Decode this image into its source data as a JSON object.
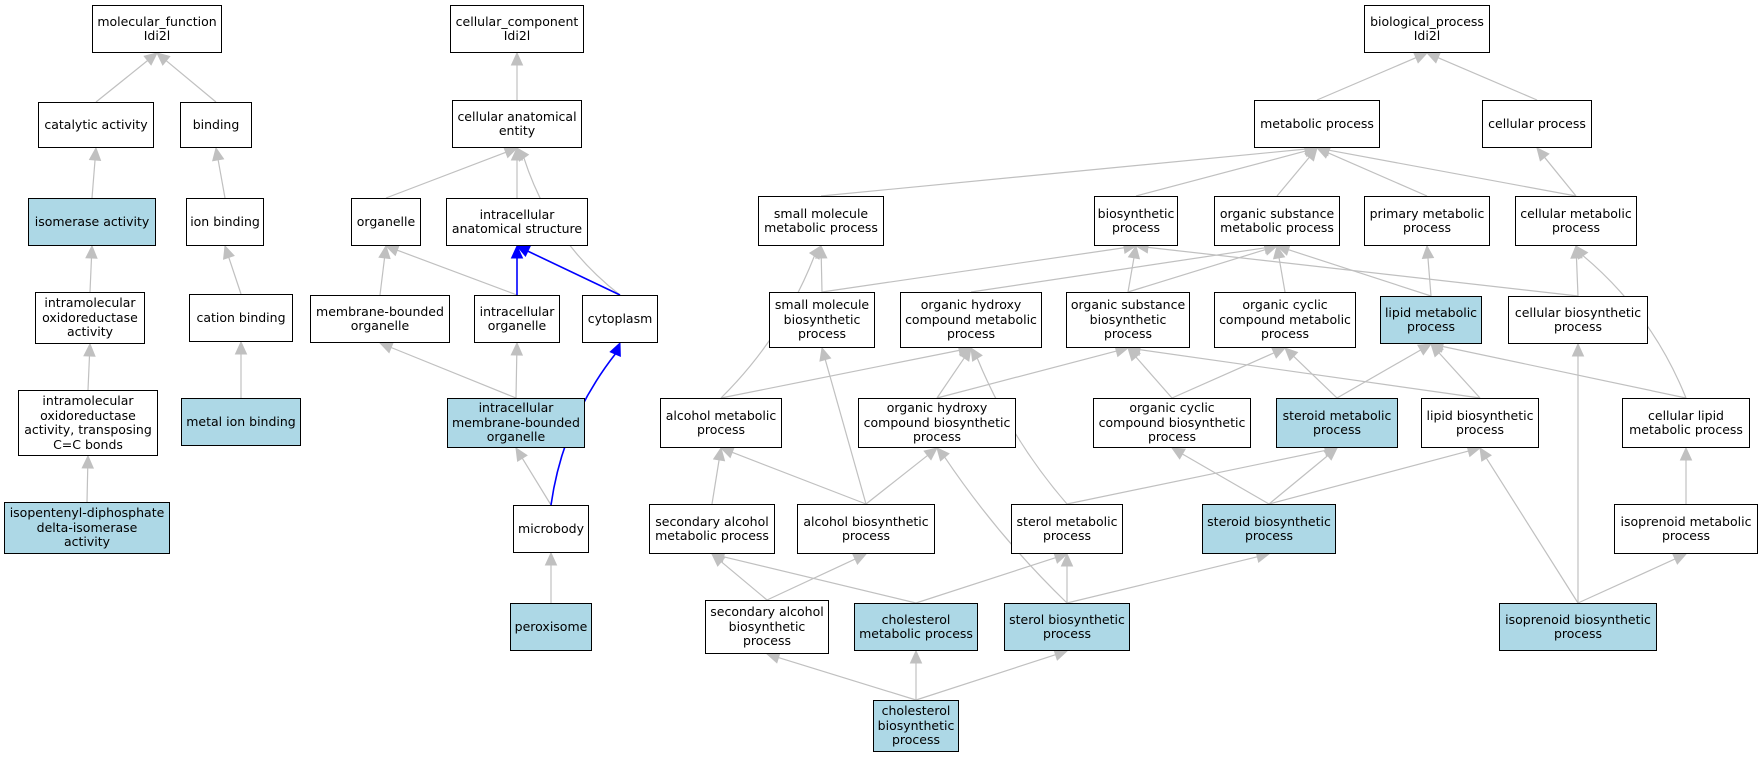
{
  "colors": {
    "highlight_fill": "#add8e6",
    "normal_fill": "#ffffff",
    "edge_default": "#c0c0c0",
    "edge_emphasis": "#0000ff"
  },
  "nodes": {
    "mf_root": {
      "label": "molecular_function\nIdi2l",
      "highlighted": false
    },
    "catalytic": {
      "label": "catalytic activity",
      "highlighted": false
    },
    "binding": {
      "label": "binding",
      "highlighted": false
    },
    "isomerase": {
      "label": "isomerase activity",
      "highlighted": true
    },
    "ion_binding": {
      "label": "ion binding",
      "highlighted": false
    },
    "intramol_oxido": {
      "label": "intramolecular\noxidoreductase\nactivity",
      "highlighted": false
    },
    "cation_binding": {
      "label": "cation binding",
      "highlighted": false
    },
    "intramol_transp": {
      "label": "intramolecular\noxidoreductase\nactivity, transposing\nC=C bonds",
      "highlighted": false
    },
    "metal_ion": {
      "label": "metal ion binding",
      "highlighted": true
    },
    "ipp_isomerase": {
      "label": "isopentenyl-diphosphate\ndelta-isomerase\nactivity",
      "highlighted": true
    },
    "cc_root": {
      "label": "cellular_component\nIdi2l",
      "highlighted": false
    },
    "cell_anat": {
      "label": "cellular anatomical\nentity",
      "highlighted": false
    },
    "organelle": {
      "label": "organelle",
      "highlighted": false
    },
    "intracell_anat": {
      "label": "intracellular\nanatomical structure",
      "highlighted": false
    },
    "mem_bound_org": {
      "label": "membrane-bounded\norganelle",
      "highlighted": false
    },
    "intracell_org": {
      "label": "intracellular\norganelle",
      "highlighted": false
    },
    "cytoplasm": {
      "label": "cytoplasm",
      "highlighted": false
    },
    "intracell_mem_org": {
      "label": "intracellular\nmembrane-bounded\norganelle",
      "highlighted": true
    },
    "microbody": {
      "label": "microbody",
      "highlighted": false
    },
    "peroxisome": {
      "label": "peroxisome",
      "highlighted": true
    },
    "bp_root": {
      "label": "biological_process\nIdi2l",
      "highlighted": false
    },
    "metabolic": {
      "label": "metabolic process",
      "highlighted": false
    },
    "cellular_proc": {
      "label": "cellular process",
      "highlighted": false
    },
    "small_mol_met": {
      "label": "small molecule\nmetabolic process",
      "highlighted": false
    },
    "biosynthetic": {
      "label": "biosynthetic\nprocess",
      "highlighted": false
    },
    "org_sub_met": {
      "label": "organic substance\nmetabolic process",
      "highlighted": false
    },
    "primary_met": {
      "label": "primary metabolic\nprocess",
      "highlighted": false
    },
    "cell_met": {
      "label": "cellular metabolic\nprocess",
      "highlighted": false
    },
    "small_mol_bio": {
      "label": "small molecule\nbiosynthetic\nprocess",
      "highlighted": false
    },
    "org_hydroxy_met": {
      "label": "organic hydroxy\ncompound metabolic\nprocess",
      "highlighted": false
    },
    "org_sub_bio": {
      "label": "organic substance\nbiosynthetic\nprocess",
      "highlighted": false
    },
    "org_cyclic_met": {
      "label": "organic cyclic\ncompound metabolic\nprocess",
      "highlighted": false
    },
    "lipid_met": {
      "label": "lipid metabolic\nprocess",
      "highlighted": true
    },
    "cell_bio": {
      "label": "cellular biosynthetic\nprocess",
      "highlighted": false
    },
    "alcohol_met": {
      "label": "alcohol metabolic\nprocess",
      "highlighted": false
    },
    "org_hydroxy_bio": {
      "label": "organic hydroxy\ncompound biosynthetic\nprocess",
      "highlighted": false
    },
    "org_cyclic_bio": {
      "label": "organic cyclic\ncompound biosynthetic\nprocess",
      "highlighted": false
    },
    "steroid_met": {
      "label": "steroid metabolic\nprocess",
      "highlighted": true
    },
    "lipid_bio": {
      "label": "lipid biosynthetic\nprocess",
      "highlighted": false
    },
    "cell_lipid_met": {
      "label": "cellular lipid\nmetabolic process",
      "highlighted": false
    },
    "sec_alcohol_met": {
      "label": "secondary alcohol\nmetabolic process",
      "highlighted": false
    },
    "alcohol_bio": {
      "label": "alcohol biosynthetic\nprocess",
      "highlighted": false
    },
    "sterol_met": {
      "label": "sterol metabolic\nprocess",
      "highlighted": false
    },
    "steroid_bio": {
      "label": "steroid biosynthetic\nprocess",
      "highlighted": true
    },
    "isoprenoid_met": {
      "label": "isoprenoid metabolic\nprocess",
      "highlighted": false
    },
    "sec_alcohol_bio": {
      "label": "secondary alcohol\nbiosynthetic\nprocess",
      "highlighted": false
    },
    "cholesterol_met": {
      "label": "cholesterol\nmetabolic process",
      "highlighted": true
    },
    "sterol_bio": {
      "label": "sterol biosynthetic\nprocess",
      "highlighted": true
    },
    "isoprenoid_bio": {
      "label": "isoprenoid biosynthetic\nprocess",
      "highlighted": true
    },
    "cholesterol_bio": {
      "label": "cholesterol\nbiosynthetic\nprocess",
      "highlighted": true
    }
  },
  "edges": [
    {
      "from": "catalytic",
      "to": "mf_root",
      "style": "default"
    },
    {
      "from": "binding",
      "to": "mf_root",
      "style": "default"
    },
    {
      "from": "isomerase",
      "to": "catalytic",
      "style": "default"
    },
    {
      "from": "ion_binding",
      "to": "binding",
      "style": "default"
    },
    {
      "from": "intramol_oxido",
      "to": "isomerase",
      "style": "default"
    },
    {
      "from": "cation_binding",
      "to": "ion_binding",
      "style": "default"
    },
    {
      "from": "intramol_transp",
      "to": "intramol_oxido",
      "style": "default"
    },
    {
      "from": "metal_ion",
      "to": "cation_binding",
      "style": "default"
    },
    {
      "from": "ipp_isomerase",
      "to": "intramol_transp",
      "style": "default"
    },
    {
      "from": "cell_anat",
      "to": "cc_root",
      "style": "default"
    },
    {
      "from": "organelle",
      "to": "cell_anat",
      "style": "default"
    },
    {
      "from": "intracell_anat",
      "to": "cell_anat",
      "style": "default"
    },
    {
      "from": "cytoplasm",
      "to": "cell_anat",
      "style": "default",
      "curve": -26
    },
    {
      "from": "mem_bound_org",
      "to": "organelle",
      "style": "default"
    },
    {
      "from": "intracell_org",
      "to": "organelle",
      "style": "default"
    },
    {
      "from": "intracell_org",
      "to": "intracell_anat",
      "style": "emphasis"
    },
    {
      "from": "cytoplasm",
      "to": "intracell_anat",
      "style": "emphasis"
    },
    {
      "from": "intracell_mem_org",
      "to": "mem_bound_org",
      "style": "default"
    },
    {
      "from": "intracell_mem_org",
      "to": "intracell_org",
      "style": "default"
    },
    {
      "from": "microbody",
      "to": "intracell_mem_org",
      "style": "default"
    },
    {
      "from": "microbody",
      "to": "cytoplasm",
      "style": "emphasis",
      "curve": -22
    },
    {
      "from": "peroxisome",
      "to": "microbody",
      "style": "default"
    },
    {
      "from": "metabolic",
      "to": "bp_root",
      "style": "default"
    },
    {
      "from": "cellular_proc",
      "to": "bp_root",
      "style": "default"
    },
    {
      "from": "small_mol_met",
      "to": "metabolic",
      "style": "default"
    },
    {
      "from": "biosynthetic",
      "to": "metabolic",
      "style": "default"
    },
    {
      "from": "org_sub_met",
      "to": "metabolic",
      "style": "default"
    },
    {
      "from": "primary_met",
      "to": "metabolic",
      "style": "default"
    },
    {
      "from": "cell_met",
      "to": "metabolic",
      "style": "default"
    },
    {
      "from": "cell_met",
      "to": "cellular_proc",
      "style": "default"
    },
    {
      "from": "small_mol_bio",
      "to": "small_mol_met",
      "style": "default"
    },
    {
      "from": "small_mol_bio",
      "to": "biosynthetic",
      "style": "default"
    },
    {
      "from": "org_hydroxy_met",
      "to": "org_sub_met",
      "style": "default"
    },
    {
      "from": "org_sub_bio",
      "to": "biosynthetic",
      "style": "default"
    },
    {
      "from": "org_sub_bio",
      "to": "org_sub_met",
      "style": "default"
    },
    {
      "from": "org_cyclic_met",
      "to": "org_sub_met",
      "style": "default"
    },
    {
      "from": "lipid_met",
      "to": "org_sub_met",
      "style": "default"
    },
    {
      "from": "lipid_met",
      "to": "primary_met",
      "style": "default"
    },
    {
      "from": "cell_bio",
      "to": "biosynthetic",
      "style": "default"
    },
    {
      "from": "cell_bio",
      "to": "cell_met",
      "style": "default"
    },
    {
      "from": "alcohol_met",
      "to": "small_mol_met",
      "style": "default",
      "curve": 18
    },
    {
      "from": "alcohol_met",
      "to": "org_hydroxy_met",
      "style": "default"
    },
    {
      "from": "org_hydroxy_bio",
      "to": "org_hydroxy_met",
      "style": "default"
    },
    {
      "from": "org_hydroxy_bio",
      "to": "org_sub_bio",
      "style": "default"
    },
    {
      "from": "org_cyclic_bio",
      "to": "org_sub_bio",
      "style": "default"
    },
    {
      "from": "org_cyclic_bio",
      "to": "org_cyclic_met",
      "style": "default"
    },
    {
      "from": "steroid_met",
      "to": "org_cyclic_met",
      "style": "default"
    },
    {
      "from": "steroid_met",
      "to": "lipid_met",
      "style": "default"
    },
    {
      "from": "lipid_bio",
      "to": "lipid_met",
      "style": "default"
    },
    {
      "from": "lipid_bio",
      "to": "org_sub_bio",
      "style": "default"
    },
    {
      "from": "cell_lipid_met",
      "to": "lipid_met",
      "style": "default"
    },
    {
      "from": "cell_lipid_met",
      "to": "cell_met",
      "style": "default",
      "curve": 22
    },
    {
      "from": "sec_alcohol_met",
      "to": "alcohol_met",
      "style": "default"
    },
    {
      "from": "alcohol_bio",
      "to": "alcohol_met",
      "style": "default"
    },
    {
      "from": "alcohol_bio",
      "to": "org_hydroxy_bio",
      "style": "default"
    },
    {
      "from": "alcohol_bio",
      "to": "small_mol_bio",
      "style": "default"
    },
    {
      "from": "sterol_met",
      "to": "steroid_met",
      "style": "default"
    },
    {
      "from": "sterol_met",
      "to": "org_hydroxy_met",
      "style": "default",
      "curve": -14
    },
    {
      "from": "steroid_bio",
      "to": "steroid_met",
      "style": "default"
    },
    {
      "from": "steroid_bio",
      "to": "lipid_bio",
      "style": "default"
    },
    {
      "from": "steroid_bio",
      "to": "org_cyclic_bio",
      "style": "default"
    },
    {
      "from": "isoprenoid_met",
      "to": "cell_lipid_met",
      "style": "default"
    },
    {
      "from": "sec_alcohol_bio",
      "to": "sec_alcohol_met",
      "style": "default"
    },
    {
      "from": "sec_alcohol_bio",
      "to": "alcohol_bio",
      "style": "default"
    },
    {
      "from": "cholesterol_met",
      "to": "sec_alcohol_met",
      "style": "default"
    },
    {
      "from": "cholesterol_met",
      "to": "sterol_met",
      "style": "default"
    },
    {
      "from": "sterol_bio",
      "to": "sterol_met",
      "style": "default"
    },
    {
      "from": "sterol_bio",
      "to": "steroid_bio",
      "style": "default"
    },
    {
      "from": "sterol_bio",
      "to": "org_hydroxy_bio",
      "style": "default",
      "curve": -10
    },
    {
      "from": "isoprenoid_bio",
      "to": "isoprenoid_met",
      "style": "default"
    },
    {
      "from": "isoprenoid_bio",
      "to": "lipid_bio",
      "style": "default"
    },
    {
      "from": "isoprenoid_bio",
      "to": "cell_bio",
      "style": "default"
    },
    {
      "from": "cholesterol_bio",
      "to": "sec_alcohol_bio",
      "style": "default"
    },
    {
      "from": "cholesterol_bio",
      "to": "cholesterol_met",
      "style": "default"
    },
    {
      "from": "cholesterol_bio",
      "to": "sterol_bio",
      "style": "default"
    }
  ]
}
